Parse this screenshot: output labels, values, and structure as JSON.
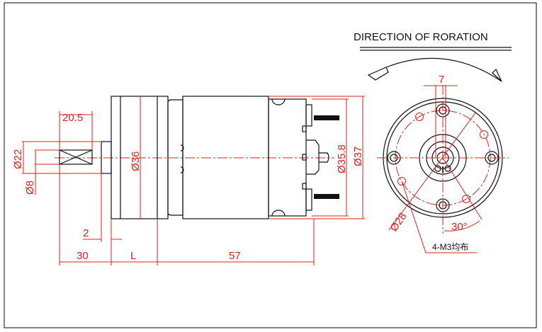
{
  "title": "DIRECTION OF RORATION",
  "dimensions": {
    "key_length": "20.5",
    "collar_dia": "Ø22",
    "shaft_dia": "Ø8",
    "gearbox_dia": "Ø36",
    "motor_dia": "Ø35.8",
    "overall_dia": "Ø37",
    "collar_len": "2",
    "shaft_len": "30",
    "gearbox_len": "L",
    "motor_len": "57",
    "flat_width": "7",
    "pcd": "Ø28",
    "angle": "30°",
    "holes_note": "4-M3均布"
  }
}
